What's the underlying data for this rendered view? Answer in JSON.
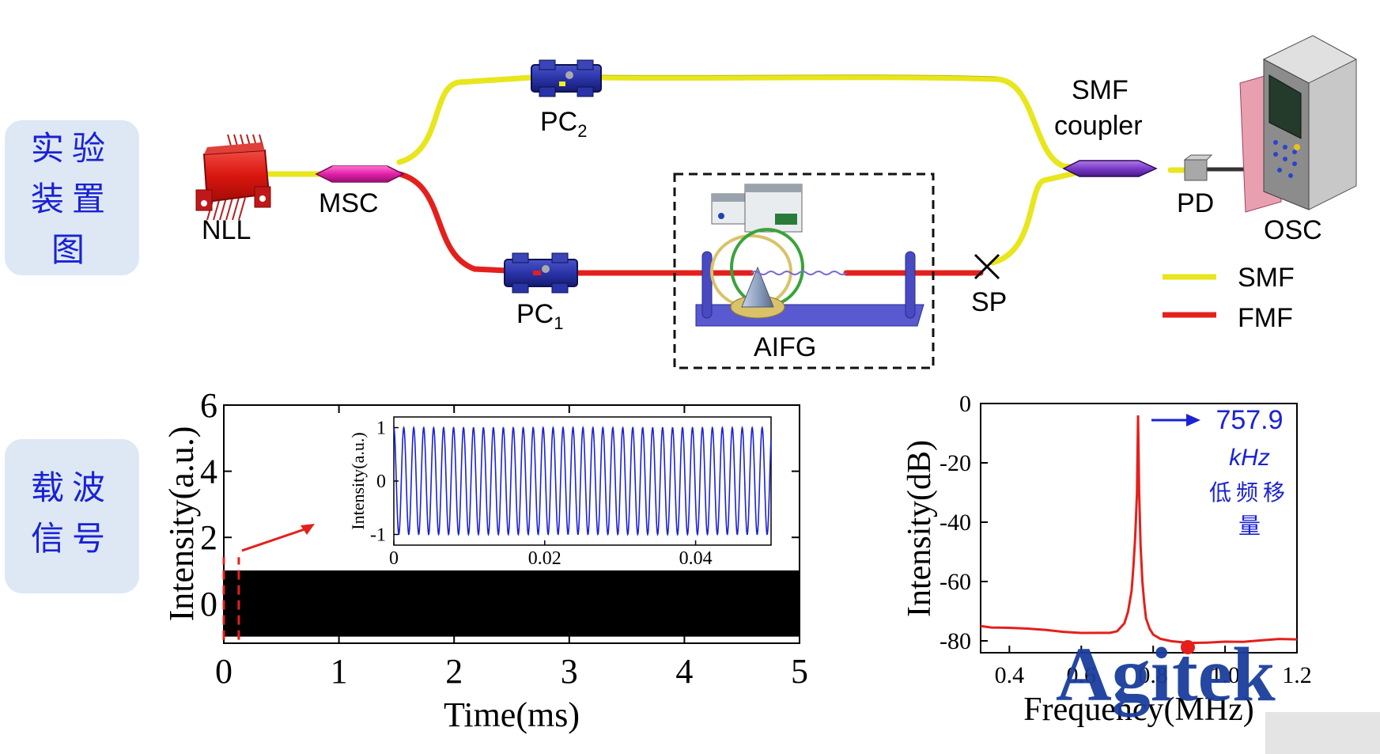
{
  "side_labels": {
    "setup": [
      "实验",
      "装置",
      "图"
    ],
    "carrier": [
      "载波",
      "信号"
    ]
  },
  "diagram": {
    "labels": {
      "nll": "NLL",
      "msc": "MSC",
      "pc2": "PC",
      "pc2_sub": "2",
      "pc1": "PC",
      "pc1_sub": "1",
      "aifg": "AIFG",
      "sp": "SP",
      "smf_coupler_line1": "SMF",
      "smf_coupler_line2": "coupler",
      "pd": "PD",
      "osc": "OSC"
    },
    "legend": [
      {
        "label": "SMF",
        "color": "#e8e61c"
      },
      {
        "label": "FMF",
        "color": "#e4201c"
      }
    ]
  },
  "chart_data": [
    {
      "type": "line",
      "title": "",
      "xlabel": "Time(ms)",
      "ylabel": "Intensity(a.u.)",
      "xlim": [
        0,
        5
      ],
      "ylim": [
        -1.2,
        6
      ],
      "xticks": [
        "0",
        "1",
        "2",
        "3",
        "4",
        "5"
      ],
      "yticks": [
        "0",
        "2",
        "4",
        "6"
      ],
      "series": [
        {
          "signal": "sinusoid",
          "amplitude": 1,
          "offset": 0,
          "frequency_kHz": 757.9,
          "color": "#000000"
        }
      ],
      "zoom_window": {
        "x_range": [
          0,
          0.13
        ],
        "color": "#e4201c"
      }
    },
    {
      "type": "line",
      "title": "",
      "xlabel": "",
      "ylabel": "Intensity(a.u.)",
      "xlim": [
        0,
        0.05
      ],
      "ylim": [
        -1.2,
        1.2
      ],
      "xticks": [
        "0",
        "0.02",
        "0.04"
      ],
      "yticks": [
        "-1",
        "0",
        "1"
      ],
      "series": [
        {
          "signal": "sinusoid",
          "amplitude": 1,
          "offset": 0,
          "frequency_kHz": 757.9,
          "color": "#1a22d6"
        }
      ]
    },
    {
      "type": "line",
      "title": "",
      "xlabel": "Frequency(MHz)",
      "ylabel": "Intensity(dB)",
      "xlim": [
        0.32,
        1.2
      ],
      "ylim": [
        -84,
        0
      ],
      "xticks": [
        "0.4",
        "0.6",
        "0.8",
        "1.0",
        "1.2"
      ],
      "yticks": [
        "0",
        "-20",
        "-40",
        "-60",
        "-80"
      ],
      "series": [
        {
          "color": "#e4201c",
          "x": [
            0.32,
            0.35,
            0.4,
            0.45,
            0.5,
            0.55,
            0.6,
            0.65,
            0.68,
            0.7,
            0.72,
            0.73,
            0.74,
            0.745,
            0.75,
            0.755,
            0.7579,
            0.761,
            0.765,
            0.77,
            0.775,
            0.78,
            0.79,
            0.8,
            0.82,
            0.85,
            0.9,
            0.95,
            1.0,
            1.05,
            1.1,
            1.15,
            1.2
          ],
          "y": [
            -75,
            -76,
            -76.5,
            -77,
            -77.5,
            -78,
            -78,
            -77.5,
            -77,
            -76,
            -73,
            -69,
            -62,
            -55,
            -45,
            -30,
            -4,
            -30,
            -48,
            -60,
            -68,
            -73,
            -76,
            -77.5,
            -78.5,
            -79,
            -79.5,
            -79.5,
            -79.5,
            -80,
            -80,
            -80,
            -80.5
          ]
        }
      ],
      "annotation": {
        "line1": "757.9",
        "line2": "kHz",
        "line3": "低频移",
        "line4": "量",
        "color": "#1a22d6"
      }
    }
  ],
  "watermark": "Agitek"
}
